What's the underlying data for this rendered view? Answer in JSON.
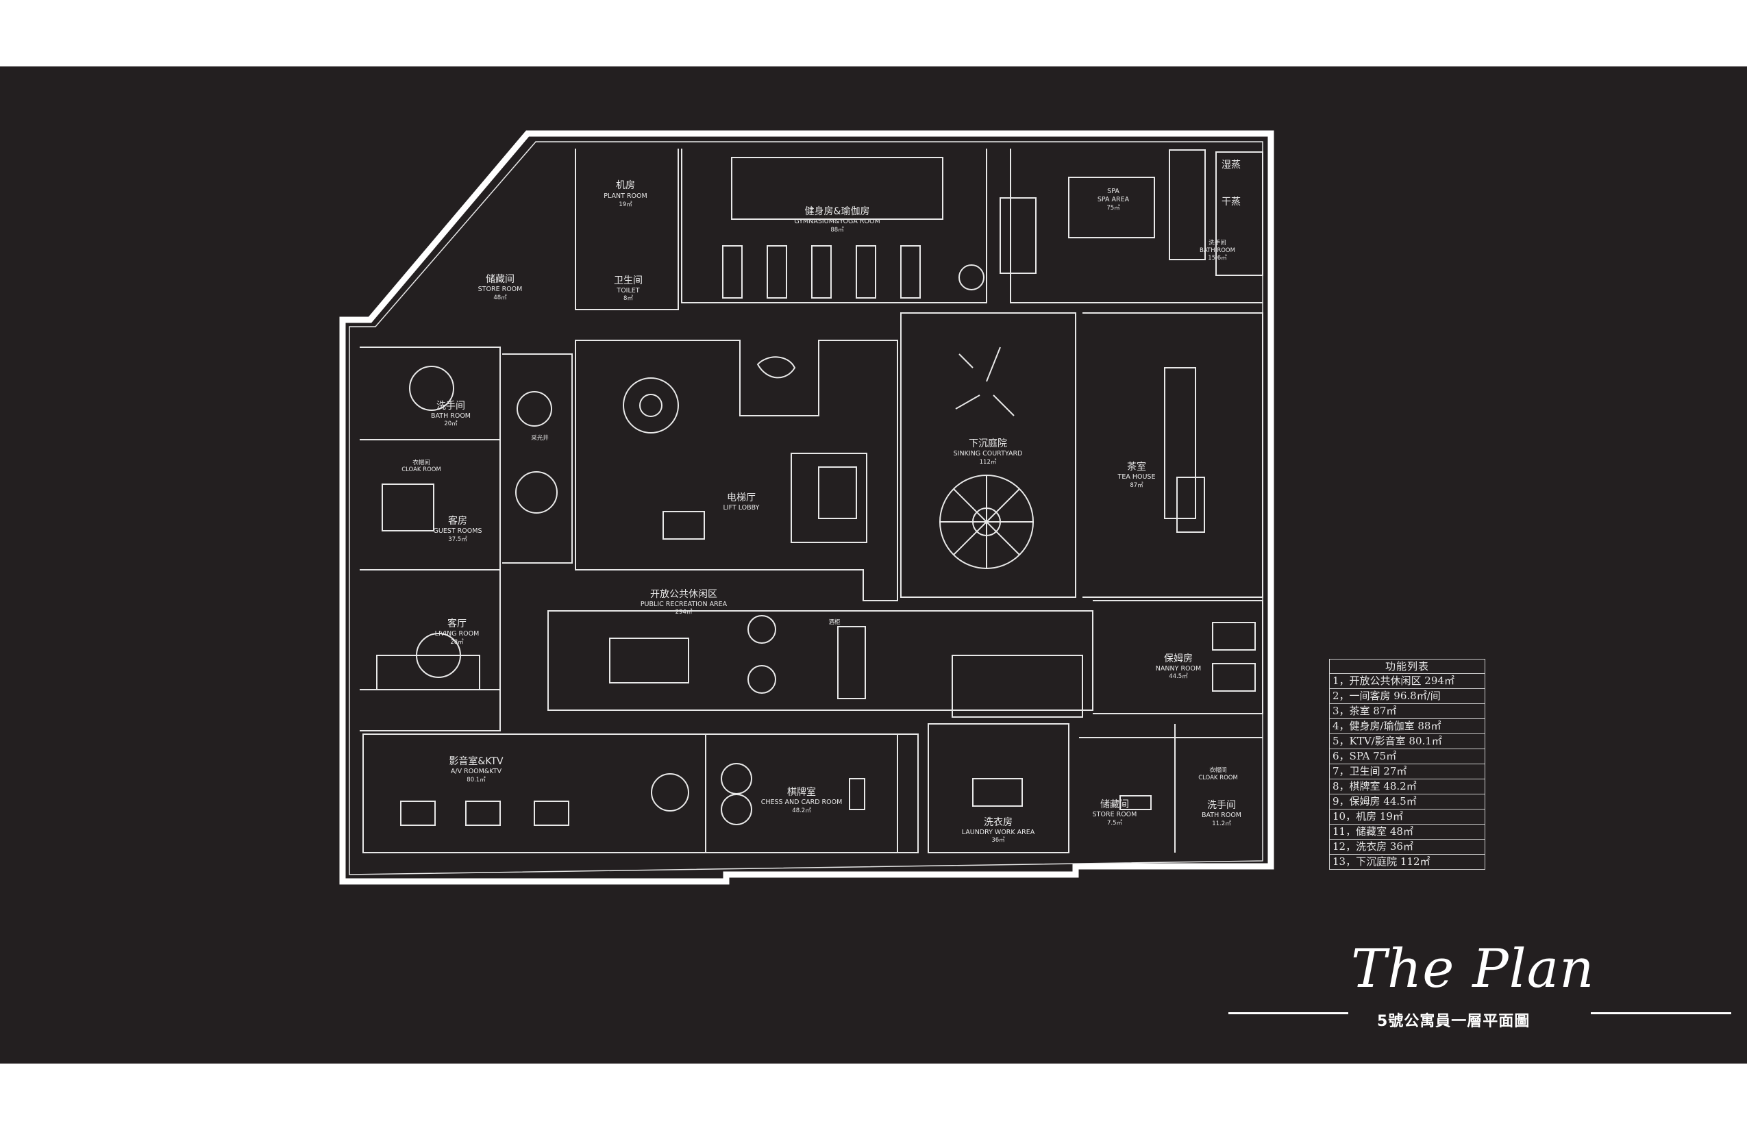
{
  "rooms": {
    "plant_room": {
      "zh": "机房",
      "en": "PLANT ROOM",
      "area": "19㎡"
    },
    "gym": {
      "zh": "健身房&瑜伽房",
      "en": "GYMNASIUM&YOGA ROOM",
      "area": "88㎡"
    },
    "spa": {
      "zh": "SPA",
      "en": "SPA AREA",
      "area": "75㎡"
    },
    "wet_sauna": {
      "zh": "湿蒸"
    },
    "dry_sauna": {
      "zh": "干蒸"
    },
    "spa_bath": {
      "zh": "洗手间",
      "en": "BATH ROOM",
      "area": "15.6㎡"
    },
    "store_room": {
      "zh": "储藏间",
      "en": "STORE ROOM",
      "area": "48㎡"
    },
    "toilet": {
      "zh": "卫生间",
      "en": "TOILET",
      "area": "8㎡"
    },
    "bath_room": {
      "zh": "洗手间",
      "en": "BATH ROOM",
      "area": "20㎡"
    },
    "lightwell": {
      "zh": "采光井"
    },
    "cloak_small": {
      "zh": "衣帽间",
      "en": "CLOAK ROOM"
    },
    "guest_rooms": {
      "zh": "客房",
      "en": "GUEST ROOMS",
      "area": "37.5㎡"
    },
    "living_room": {
      "zh": "客厅",
      "en": "LIVING ROOM",
      "area": "28㎡"
    },
    "lift_lobby": {
      "zh": "电梯厅",
      "en": "LIFT LOBBY"
    },
    "sinking_courtyard": {
      "zh": "下沉庭院",
      "en": "SINKING COURTYARD",
      "area": "112㎡"
    },
    "tea_house": {
      "zh": "茶室",
      "en": "TEA HOUSE",
      "area": "87㎡"
    },
    "public_recreation": {
      "zh": "开放公共休闲区",
      "en": "PUBLIC RECREATION AREA",
      "area": "294㎡"
    },
    "bar": {
      "zh": "酒柜"
    },
    "nanny_room": {
      "zh": "保姆房",
      "en": "NANNY ROOM",
      "area": "44.5㎡"
    },
    "av_room": {
      "zh": "影音室&KTV",
      "en": "A/V ROOM&KTV",
      "area": "80.1㎡"
    },
    "chess_room": {
      "zh": "棋牌室",
      "en": "CHESS AND CARD ROOM",
      "area": "48.2㎡"
    },
    "laundry": {
      "zh": "洗衣房",
      "en": "LAUNDRY WORK AREA",
      "area": "36㎡"
    },
    "store_room_small": {
      "zh": "储藏间",
      "en": "STORE ROOM",
      "area": "7.5㎡"
    },
    "cloak_room": {
      "zh": "衣帽间",
      "en": "CLOAK ROOM"
    },
    "bath_room_small": {
      "zh": "洗手间",
      "en": "BATH ROOM",
      "area": "11.2㎡"
    }
  },
  "legend": {
    "title": "功能列表",
    "items": [
      "1，开放公共休闲区 294㎡",
      "2，一间客房  96.8㎡/间",
      "3，茶室 87㎡",
      "4，健身房/瑜伽室 88㎡",
      "5，KTV/影音室 80.1㎡",
      "6，SPA     75㎡",
      "7，卫生间  27㎡",
      "8，棋牌室  48.2㎡",
      "9，保姆房 44.5㎡",
      "10，机房 19㎡",
      "11，储藏室 48㎡",
      "12，洗衣房 36㎡",
      "13，下沉庭院 112㎡"
    ]
  },
  "heading": {
    "title": "The Plan",
    "subtitle": "5號公寓員一層平面圖"
  },
  "colors": {
    "board": "#231f20",
    "line": "#e8e8e8",
    "page": "#ffffff"
  }
}
